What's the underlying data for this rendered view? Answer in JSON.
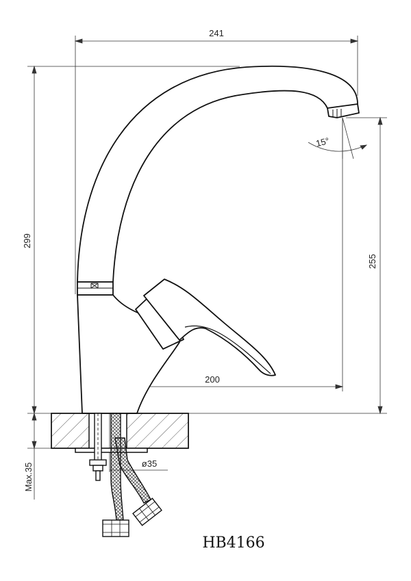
{
  "drawing": {
    "model_code": "HB4166",
    "dimensions": {
      "width_total": "241",
      "height_total": "299",
      "spout_height": "255",
      "spout_reach": "200",
      "spout_angle": "15°",
      "hole_diameter": "ø35",
      "max_thickness": "Max.35"
    }
  }
}
